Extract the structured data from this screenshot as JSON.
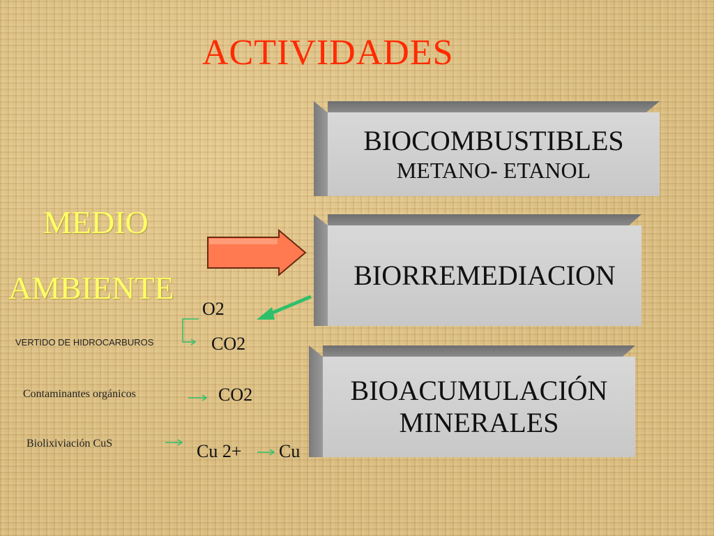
{
  "title": "ACTIVIDADES",
  "environment": {
    "line1": "MEDIO",
    "line2": "AMBIENTE"
  },
  "boxes": {
    "biocombustibles": {
      "heading": "BIOCOMBUSTIBLES",
      "sub": "METANO- ETANOL"
    },
    "biorremediacion": {
      "heading": "BIORREMEDIACION"
    },
    "bioacumulacion": {
      "line1": "BIOACUMULACIÓN",
      "line2": "MINERALES"
    }
  },
  "processes": {
    "o2": "O2",
    "hydrocarbons_label": "VERTIDO DE HIDROCARBUROS",
    "hydrocarbons_product": "CO2",
    "organics_label": "Contaminantes orgánicos",
    "organics_product": "CO2",
    "bioleaching_label": "Biolixiviación   CuS",
    "copper_ion": "Cu 2+",
    "copper": "Cu"
  },
  "colors": {
    "title": "#ff2a00",
    "environment": "#ffff66",
    "block_arrow_fill": "#ff7a50",
    "green_arrow": "#2fbf6a",
    "box_face": "#cccccc"
  },
  "icons": [
    "block-arrow-right-icon",
    "green-arrow-icon"
  ]
}
